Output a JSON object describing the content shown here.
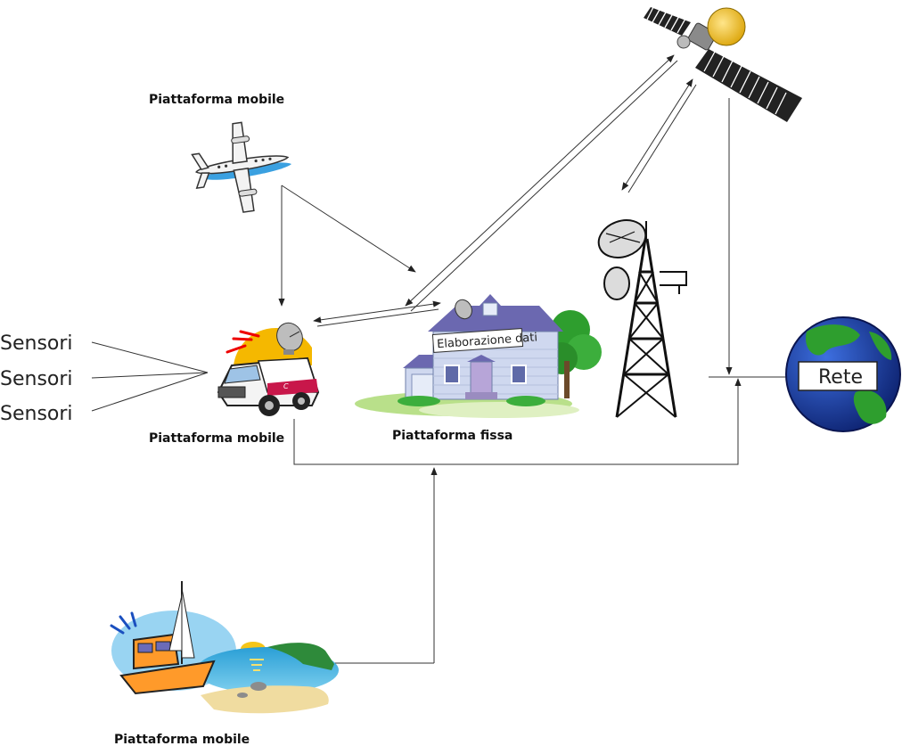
{
  "labels": {
    "plane": "Piattaforma mobile",
    "van": "Piattaforma mobile",
    "house": "Piattaforma fissa",
    "boat": "Piattaforma mobile",
    "house_banner": "Elaborazione dati",
    "globe": "Rete"
  },
  "sensors": [
    "Sensori",
    "Sensori",
    "Sensori"
  ],
  "icons": [
    "satellite-icon",
    "airplane-icon",
    "van-icon",
    "house-icon",
    "antenna-tower-icon",
    "globe-icon",
    "boat-icon"
  ],
  "colors": {
    "line": "#333333",
    "sky_blue": "#4a8fd8",
    "sun_yellow": "#f5c518",
    "globe_blue": "#1f3f9e",
    "globe_green": "#2e9e2e",
    "roof_purple": "#6b68b0",
    "house_wall": "#cfd8ef"
  }
}
